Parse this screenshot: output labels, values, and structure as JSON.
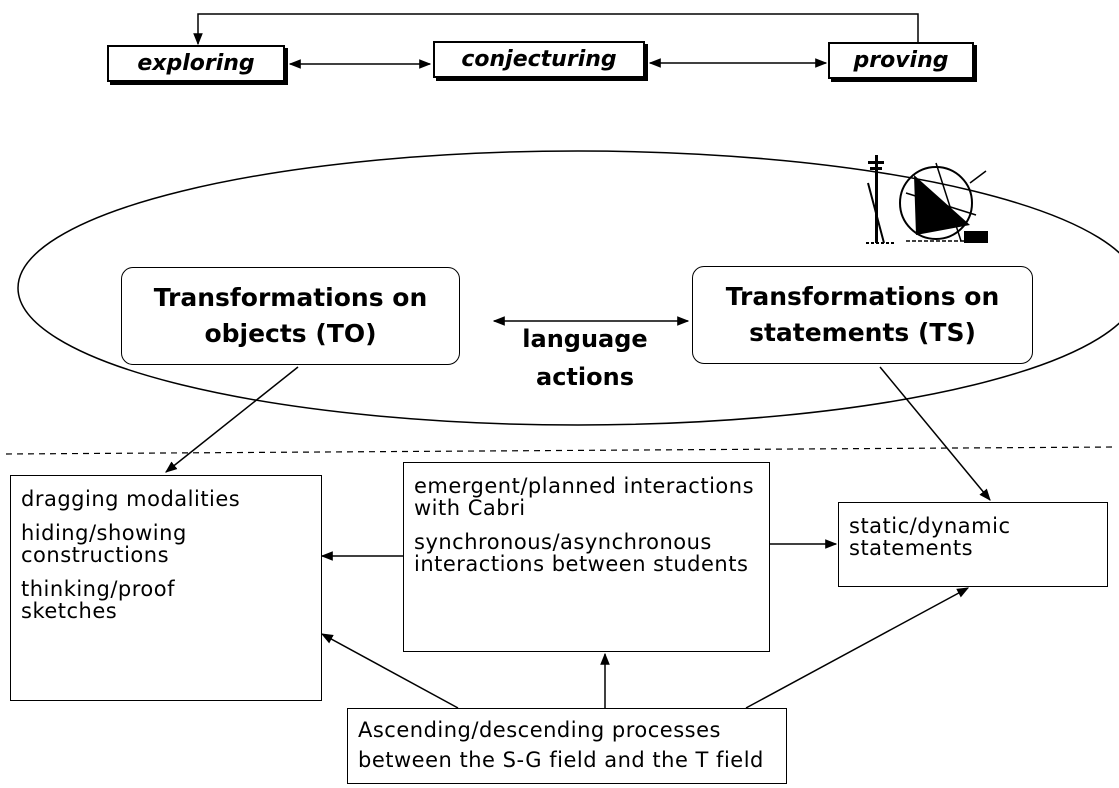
{
  "top_row": {
    "exploring": "exploring",
    "conjecturing": "conjecturing",
    "proving": "proving"
  },
  "ellipse": {
    "to_box": {
      "line1": "Transformations on",
      "line2": "objects (TO)"
    },
    "ts_box": {
      "line1": "Transformations on",
      "line2": "statements (TS)"
    },
    "center_label": {
      "line1": "language",
      "line2": "actions"
    },
    "icon": "cabri-geometry-icon"
  },
  "left_box": {
    "items": [
      "dragging modalities",
      "hiding/showing constructions",
      "thinking/proof sketches"
    ]
  },
  "middle_box": {
    "items": [
      "emergent/planned interactions with Cabri",
      "synchronous/asynchronous interactions between students"
    ]
  },
  "right_box": {
    "items": [
      "static/dynamic statements"
    ]
  },
  "bottom_box": {
    "line1": "Ascending/descending processes",
    "line2": "between the S-G field and the T field"
  }
}
